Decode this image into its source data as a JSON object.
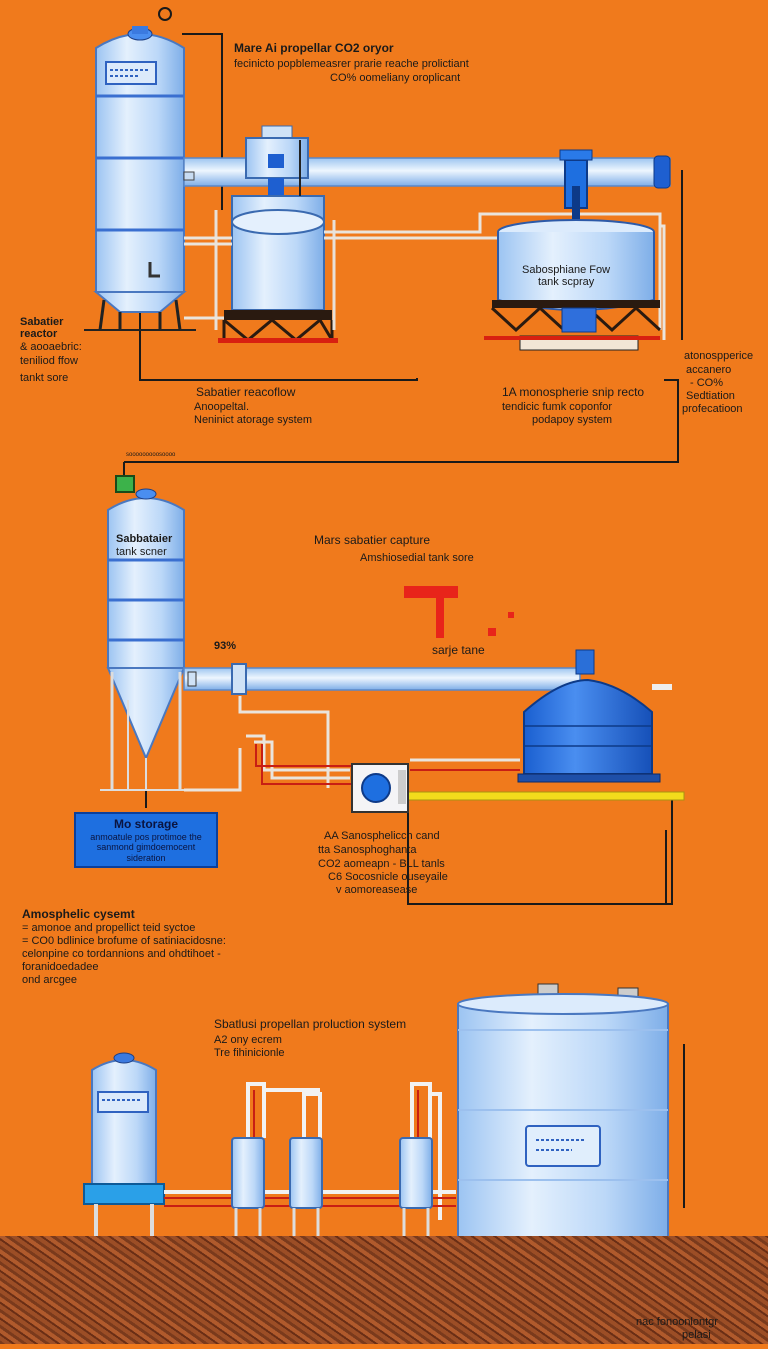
{
  "colors": {
    "background": "#f07a1c",
    "tank_light": "#cfe4fb",
    "tank_mid": "#8cb8ef",
    "tank_dark": "#1e6fe0",
    "pipe": "#cfe2f6",
    "frame": "#2a1a10",
    "line": "#1a1a1a",
    "red_accent": "#e8241a",
    "yellow_pipe": "#f2dc1c",
    "soil": "#8b4422"
  },
  "icons": {
    "gauge": "pressure-gauge-icon",
    "valve": "valve-icon",
    "pump": "pump-icon"
  },
  "labels": {
    "top_title": "Mare Ai propellar CO2 oryor",
    "top_sub1": "fecinicto popblemeasrer prarie reache prolictiant",
    "top_sub2": "CO% oomeliany oroplicant",
    "left1": "Sabatier",
    "left2": "reactor",
    "left3": "& aooaebric:",
    "left4": "teniliod ffow",
    "left5": "tankt sore",
    "tank_top_right1": "Sabosphiane Fow",
    "tank_top_right2": "tank scpray",
    "mid1": "Sabatier reacoflow",
    "mid2": "Anoopeltal.",
    "mid3": "Neninict atorage system",
    "midright1": "1A monospherie snip recto",
    "midright2": "tendicic fumk coponfor",
    "midright3": "podapoy system",
    "right1": "atonospperice",
    "right2": "accanero",
    "right3": "- CO%",
    "right4": "Sedtiation",
    "right5": "profecatioon",
    "tiny_top": "sooooooooosoooo",
    "sec2_tank1": "Sabbataier",
    "sec2_tank2": "tank scner",
    "sec2_title": "Mars sabatier capture",
    "sec2_sub": "Amshiosedial tank sore",
    "pct": "93%",
    "small_tank": "sarje tane",
    "mo1": "Mo storage",
    "mo2": "anmoatule pos protimoe the",
    "mo3": "sanmond gimdoemocent",
    "mo4": "sideration",
    "c1": "AA Sanosphelicch cand",
    "c2": "tta Sanosphoghanta",
    "c3": "CO2 aomeapn - BLL tanls",
    "c4": "C6 Socosnicle ouseyaile",
    "c5": "v aomoreasease",
    "atm1": "Amosphelic cysemt",
    "atm2": "= amonoe and propellict teid syctoe",
    "atm3": "= CO0 bdlinice brofume of satiniacidosne:",
    "atm4": "celonpine co tordannions and ohdtihoet -",
    "atm5": "foranidoedadee",
    "atm6": "ond arcgee",
    "sec3_title": "Sbatlusi propellan proluction system",
    "sec3_sub1": "A2 ony ecrem",
    "sec3_sub2": "Tre fihinicionle",
    "bottom1": "nac fonoonlontgr",
    "bottom2": "pelasi"
  }
}
